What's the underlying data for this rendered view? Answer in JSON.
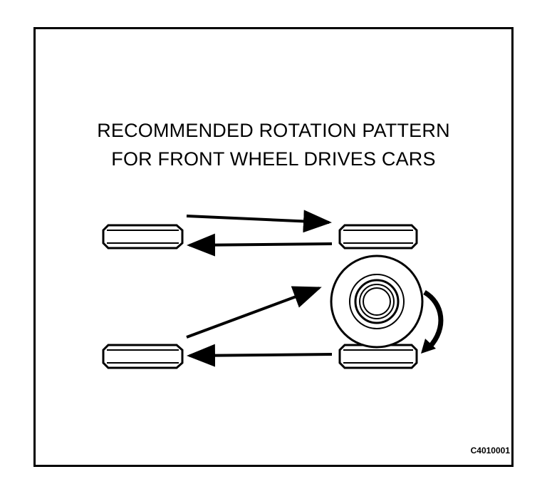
{
  "diagram": {
    "title_line1": "RECOMMENDED ROTATION PATTERN",
    "title_line2": "FOR FRONT WHEEL DRIVES CARS",
    "figure_code": "C4010001",
    "tires": [
      {
        "id": "left-rear-tire"
      },
      {
        "id": "right-rear-tire"
      },
      {
        "id": "left-front-tire"
      },
      {
        "id": "right-front-tire"
      },
      {
        "id": "spare-tire"
      }
    ]
  }
}
